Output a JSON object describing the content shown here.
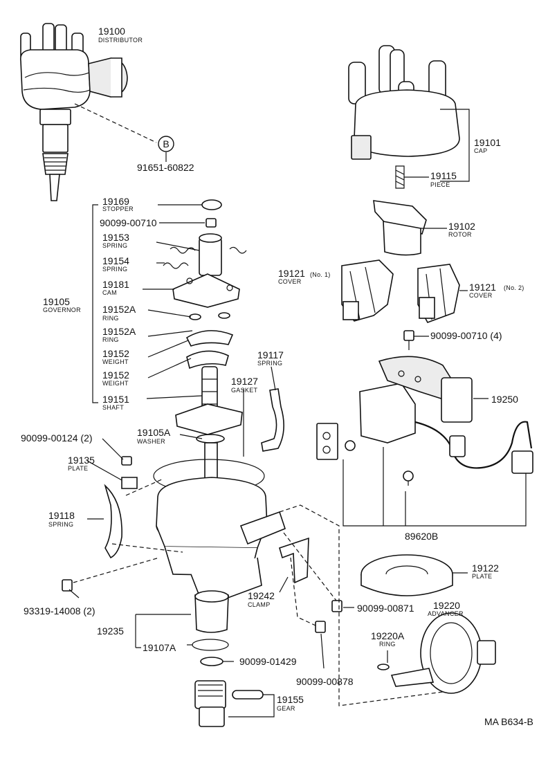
{
  "drawing_code": "MA B634-B",
  "bubble_label": "B",
  "parts": [
    {
      "id": "p19100",
      "number": "19100",
      "name": "DISTRIBUTOR"
    },
    {
      "id": "p91651",
      "number": "91651-60822",
      "name": ""
    },
    {
      "id": "p19101",
      "number": "19101",
      "name": "CAP"
    },
    {
      "id": "p19115",
      "number": "19115",
      "name": "PIECE"
    },
    {
      "id": "p19169",
      "number": "19169",
      "name": "STOPPER"
    },
    {
      "id": "p90099_00710a",
      "number": "90099-00710",
      "name": ""
    },
    {
      "id": "p19153",
      "number": "19153",
      "name": "SPRING"
    },
    {
      "id": "p19154",
      "number": "19154",
      "name": "SPRING"
    },
    {
      "id": "p19181",
      "number": "19181",
      "name": "CAM"
    },
    {
      "id": "p19105",
      "number": "19105",
      "name": "GOVERNOR"
    },
    {
      "id": "p19152Aa",
      "number": "19152A",
      "name": "RING"
    },
    {
      "id": "p19152Ab",
      "number": "19152A",
      "name": "RING"
    },
    {
      "id": "p19152a",
      "number": "19152",
      "name": "WEIGHT"
    },
    {
      "id": "p19152b",
      "number": "19152",
      "name": "WEIGHT"
    },
    {
      "id": "p19151",
      "number": "19151",
      "name": "SHAFT"
    },
    {
      "id": "p19102",
      "number": "19102",
      "name": "ROTOR"
    },
    {
      "id": "p19121a",
      "number": "19121",
      "name": "COVER",
      "suffix": "(No. 1)"
    },
    {
      "id": "p19121b",
      "number": "19121",
      "name": "COVER",
      "suffix": "(No. 2)"
    },
    {
      "id": "p90099_00710b",
      "number": "90099-00710 (4)",
      "name": ""
    },
    {
      "id": "p19117",
      "number": "19117",
      "name": "SPRING"
    },
    {
      "id": "p19127",
      "number": "19127",
      "name": "GASKET"
    },
    {
      "id": "p19250",
      "number": "19250",
      "name": ""
    },
    {
      "id": "p90099_00124",
      "number": "90099-00124 (2)",
      "name": ""
    },
    {
      "id": "p19105A",
      "number": "19105A",
      "name": "WASHER"
    },
    {
      "id": "p19135",
      "number": "19135",
      "name": "PLATE"
    },
    {
      "id": "p19118",
      "number": "19118",
      "name": "SPRING"
    },
    {
      "id": "p89620B",
      "number": "89620B",
      "name": ""
    },
    {
      "id": "p19122",
      "number": "19122",
      "name": "PLATE"
    },
    {
      "id": "p93319",
      "number": "93319-14008 (2)",
      "name": ""
    },
    {
      "id": "p19242",
      "number": "19242",
      "name": "CLAMP"
    },
    {
      "id": "p90099_00871",
      "number": "90099-00871",
      "name": ""
    },
    {
      "id": "p19220",
      "number": "19220",
      "name": "ADVANCER"
    },
    {
      "id": "p19235",
      "number": "19235",
      "name": ""
    },
    {
      "id": "p19107A",
      "number": "19107A",
      "name": ""
    },
    {
      "id": "p19220A",
      "number": "19220A",
      "name": "RING"
    },
    {
      "id": "p90099_01429",
      "number": "90099-01429",
      "name": ""
    },
    {
      "id": "p90099_00878",
      "number": "90099-00878",
      "name": ""
    },
    {
      "id": "p19155",
      "number": "19155",
      "name": "GEAR"
    }
  ]
}
